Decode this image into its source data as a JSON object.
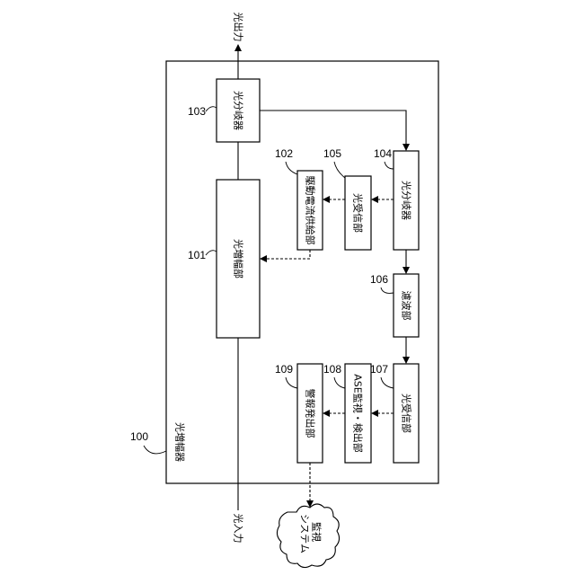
{
  "labels": {
    "optical_output": "光出力",
    "optical_input": "光入力"
  },
  "amplifier": {
    "number": "100",
    "name": "光増幅器"
  },
  "blocks": {
    "b101": {
      "number": "101",
      "name": "光増幅部"
    },
    "b102": {
      "number": "102",
      "name": "駆動電流供給部"
    },
    "b103": {
      "number": "103",
      "name": "光分岐器"
    },
    "b104": {
      "number": "104",
      "name": "光分岐器"
    },
    "b105": {
      "number": "105",
      "name": "光受信部"
    },
    "b106": {
      "number": "106",
      "name": "濾波部"
    },
    "b107": {
      "number": "107",
      "name": "光受信部"
    },
    "b108": {
      "number": "108",
      "name": "ASE監視・検出部"
    },
    "b109": {
      "number": "109",
      "name": "警報発出部"
    }
  },
  "monitor": {
    "line1": "監視",
    "line2": "システム"
  }
}
